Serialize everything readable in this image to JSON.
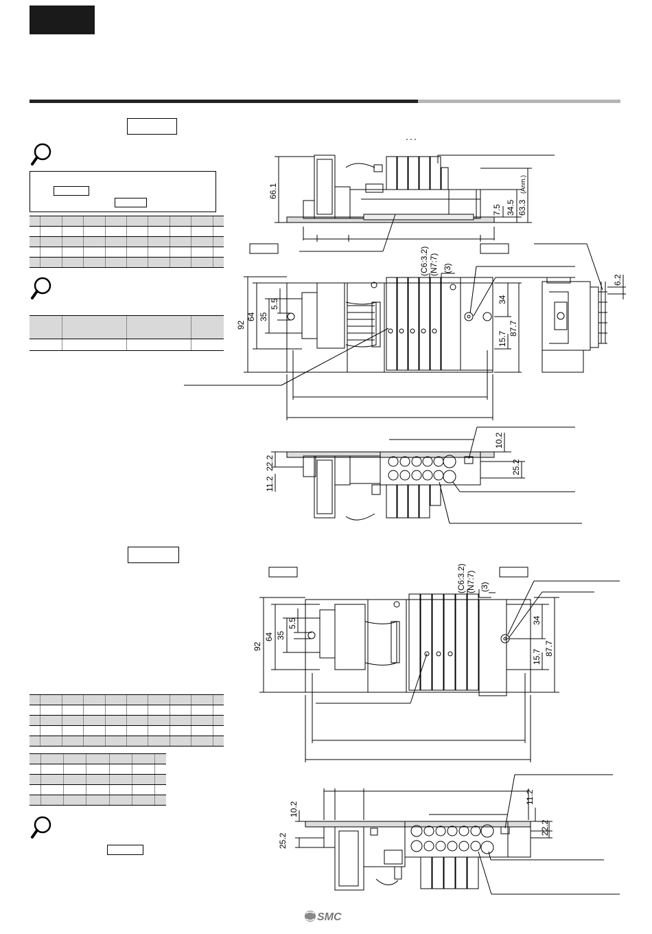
{
  "dimensions": {
    "top_view_1": {
      "height": "66.1",
      "h1": "7.5",
      "h2": "34.5",
      "h3": "63.3",
      "h3_note": "(Anm.)"
    },
    "front_view_1": {
      "overall": "92",
      "d64": "64",
      "d35": "35",
      "d55": "5.5",
      "pitch1": "(C6:3.2)",
      "pitch2": "(N7:7)",
      "d3": "(3)",
      "d34": "34",
      "d157": "15.7",
      "d877": "87.7",
      "d62": "6.2"
    },
    "bottom_view_1": {
      "d222": "22.2",
      "d112": "11.2",
      "d102": "10.2",
      "d252": "25.2"
    },
    "front_view_2": {
      "overall": "92",
      "d64": "64",
      "d35": "35",
      "d55": "5.5",
      "pitch1": "(C6:3.2)",
      "pitch2": "(N7:7)",
      "d3": "(3)",
      "d34": "34",
      "d157": "15.7",
      "d877": "87.7"
    },
    "bottom_view_2": {
      "d102": "10.2",
      "d252": "25.2",
      "d112": "11.2",
      "d222": "22.2"
    }
  },
  "footer": {
    "logo_text": "SMC"
  },
  "colors": {
    "tab": "#1a1a1a",
    "rule_dark": "#222222",
    "rule_light": "#b5b5b5",
    "table_header": "#d9d9d9"
  },
  "icons": [
    "magnifier-icon",
    "magnifier-icon",
    "magnifier-icon"
  ]
}
